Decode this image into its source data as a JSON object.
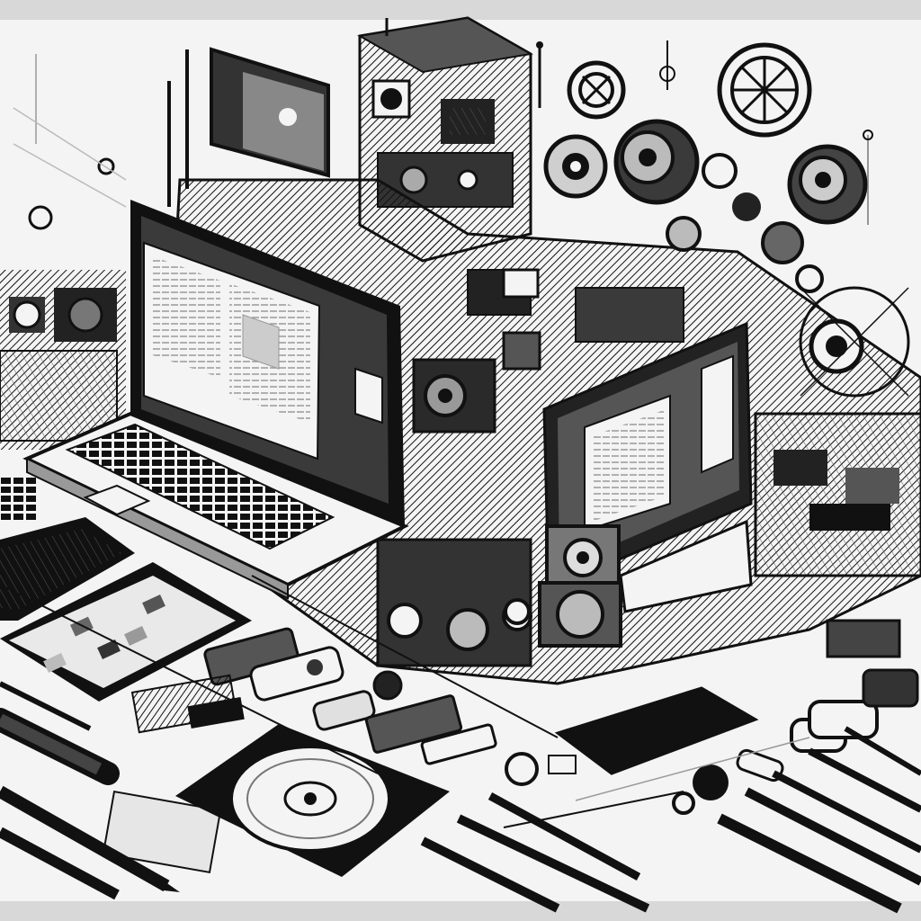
{
  "palette": {
    "background": "#d8d8d8",
    "paper": "#f4f4f4",
    "ink": "#111111",
    "mid": "#7a7a7a",
    "light": "#c9c9c9",
    "shade": "#3a3a3a"
  },
  "scene": {
    "style": "black-and-white isometric ink illustration",
    "subjects": [
      "laptop",
      "desktop-monitor",
      "tablets",
      "circuit-city",
      "gears-and-dials",
      "pens",
      "compass-dial",
      "keyboard"
    ]
  }
}
